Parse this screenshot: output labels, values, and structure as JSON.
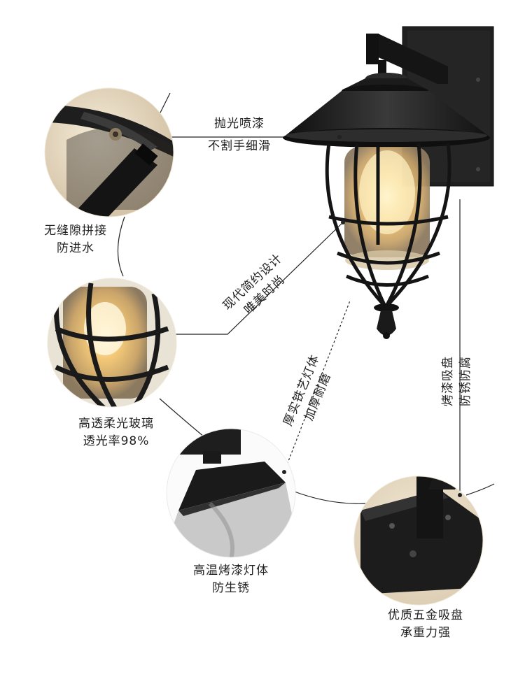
{
  "features": {
    "polish": {
      "line1": "抛光喷漆",
      "line2": "不割手细滑"
    },
    "seamless": {
      "line1": "无缝隙拼接",
      "line2": "防进水"
    },
    "modern": {
      "line1": "现代简约设计",
      "line2": "唯美时尚"
    },
    "glass": {
      "line1": "高透柔光玻璃",
      "line2": "透光率98%"
    },
    "iron": {
      "line1": "厚实铁艺灯体",
      "line2": "加厚耐磨"
    },
    "bake": {
      "line1": "烤漆吸盘",
      "line2": "防锈防腐"
    },
    "hightemp": {
      "line1": "高温烤漆灯体",
      "line2": "防生锈"
    },
    "hardware": {
      "line1": "优质五金吸盘",
      "line2": "承重力强"
    }
  },
  "colors": {
    "lamp_black": "#1c1c1c",
    "glow": "#f3c978",
    "bg": "#ffffff"
  }
}
